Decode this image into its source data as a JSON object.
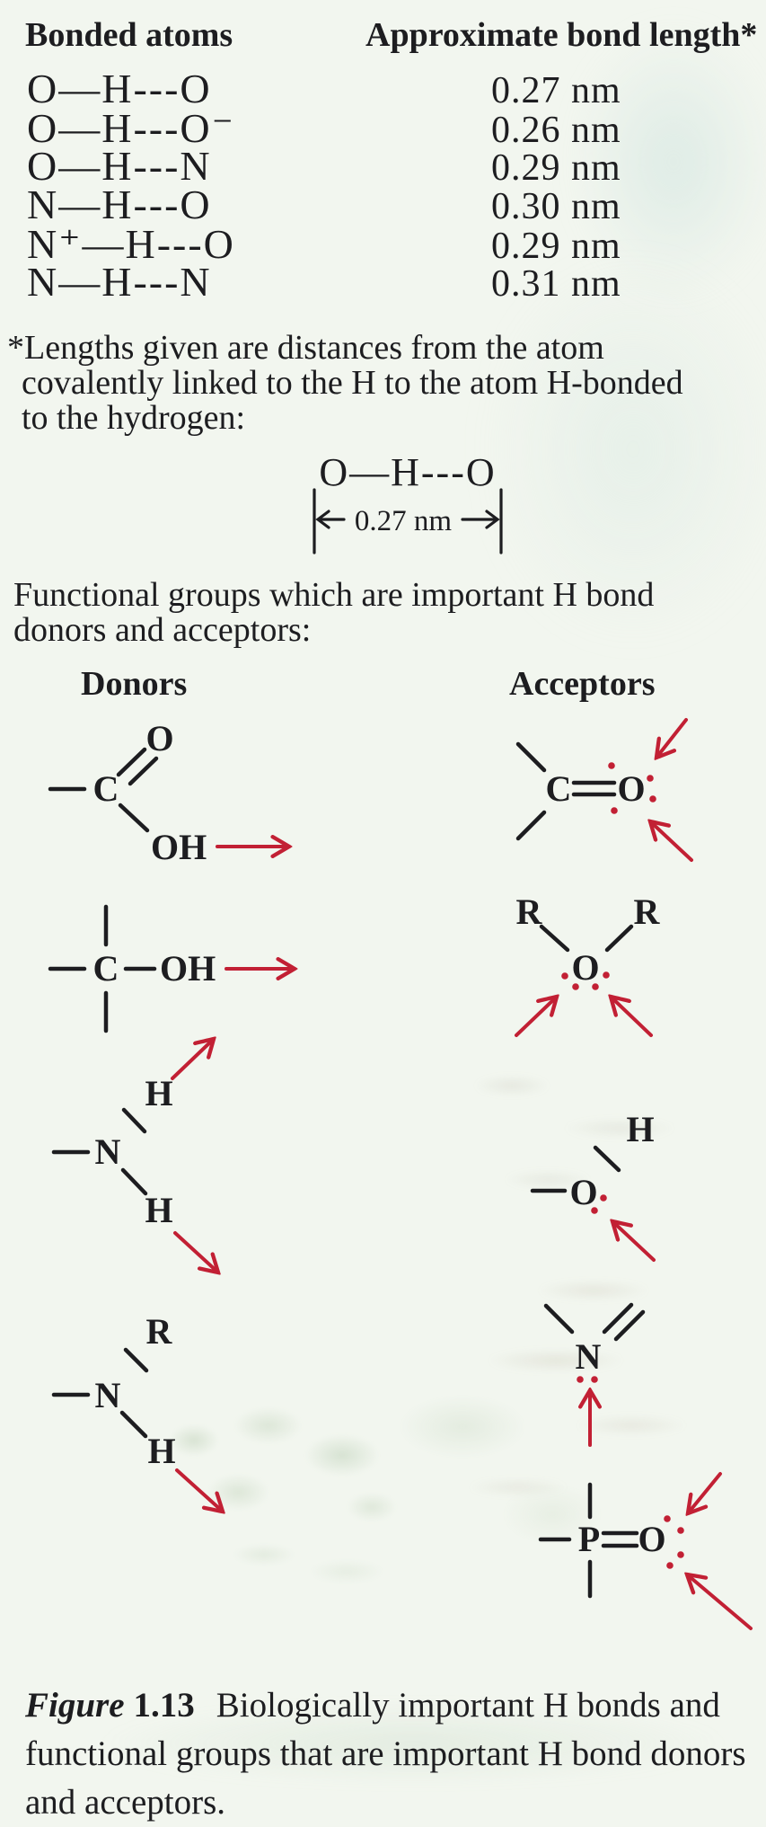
{
  "colors": {
    "ink": "#1d1d20",
    "arrow_red": "#c22034",
    "page_bg": "#f2f6ef",
    "stain_green": "#9cb892"
  },
  "bond_table": {
    "header_atoms": "Bonded atoms",
    "header_length": "Approximate bond length*",
    "rows": [
      {
        "atoms": "O—H---O",
        "length": "0.27 nm"
      },
      {
        "atoms": "O—H---O⁻",
        "length": "0.26 nm"
      },
      {
        "atoms": "O—H---N",
        "length": "0.29 nm"
      },
      {
        "atoms": "N—H---O",
        "length": "0.30 nm"
      },
      {
        "atoms": "N⁺—H---O",
        "length": "0.29 nm"
      },
      {
        "atoms": "N—H---N",
        "length": "0.31 nm"
      }
    ]
  },
  "footnote": {
    "line1": "*Lengths given are distances from the atom",
    "line2": "covalently linked to the H to the atom H-bonded",
    "line3": "to the hydrogen:"
  },
  "measurement": {
    "formula": "O—H---O",
    "label": "0.27 nm"
  },
  "intro": {
    "line1": "Functional groups which are important H bond",
    "line2": "donors and acceptors:"
  },
  "column_headers": {
    "donors": "Donors",
    "acceptors": "Acceptors"
  },
  "structures": {
    "carboxyl": {
      "o": "O",
      "c": "C",
      "oh": "OH"
    },
    "alcohol": {
      "c": "C",
      "oh": "OH"
    },
    "primary_amine": {
      "h_top": "H",
      "n": "N",
      "h_bottom": "H"
    },
    "secondary_amine": {
      "r": "R",
      "n": "N",
      "h": "H"
    },
    "carbonyl": {
      "c": "C",
      "o": "O"
    },
    "ether": {
      "r_left": "R",
      "r_right": "R",
      "o": "O"
    },
    "hydroxyl": {
      "h": "H",
      "o": "O"
    },
    "imine": {
      "n": "N"
    },
    "phosphate": {
      "p": "P",
      "o": "O"
    }
  },
  "caption": {
    "label": "Figure",
    "number": "1.13",
    "text": "Biologically important H bonds and functional groups that are important H bond donors and acceptors."
  }
}
